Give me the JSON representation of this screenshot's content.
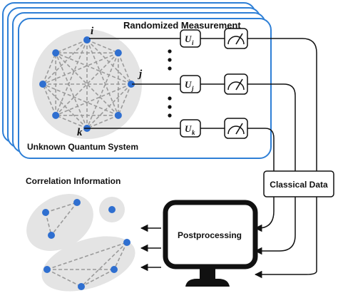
{
  "labels": {
    "randomized_measurement": "Randomized Measurement",
    "unknown_quantum_system": "Unknown Quantum System",
    "correlation_information": "Correlation Information",
    "classical_data": "Classical Data",
    "postprocessing": "Postprocessing"
  },
  "qubits": {
    "i": "i",
    "j": "j",
    "k": "k"
  },
  "gates": {
    "base": "U",
    "i": "i",
    "j": "j",
    "k": "k"
  },
  "colors": {
    "frame_stroke": "#2e7fd6",
    "node_fill": "#2f6fd0",
    "cloud_fill": "#e4e4e4",
    "dashed_line": "#9a9a9a"
  }
}
